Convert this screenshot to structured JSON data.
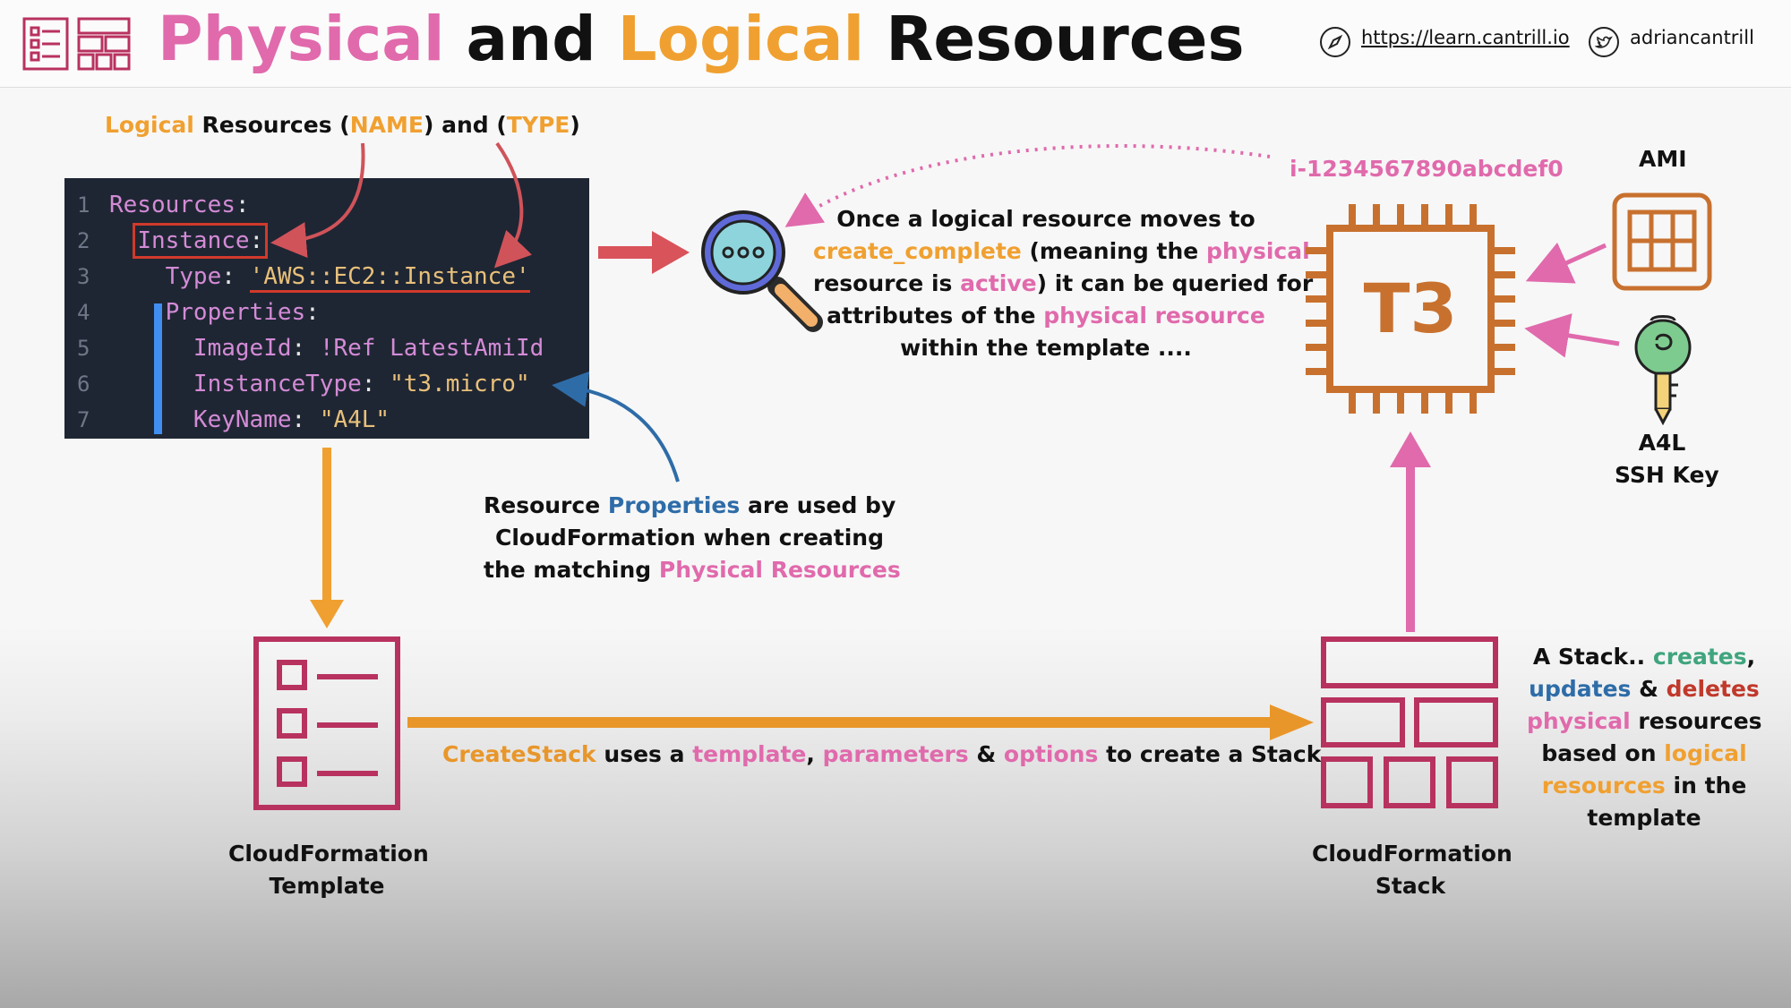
{
  "header": {
    "title_part1": "Physical",
    "title_part2": " and ",
    "title_part3": "Logical",
    "title_part4": " Resources",
    "link_text": "https://learn.cantrill.io",
    "twitter_handle": "adriancantrill",
    "icons": [
      "template-icon",
      "stack-icon",
      "compass-icon",
      "twitter-icon"
    ]
  },
  "logical_label": {
    "w1": "Logical",
    "w2": " Resources (",
    "w3": "NAME",
    "w4": ") and (",
    "w5": "TYPE",
    "w6": ")"
  },
  "code": {
    "line_numbers": [
      "1",
      "2",
      "3",
      "4",
      "5",
      "6",
      "7"
    ],
    "l1_key": "Resources",
    "l2_key": "Instance",
    "l3_key": "Type",
    "l3_val": "'AWS::EC2::Instance'",
    "l4_key": "Properties",
    "l5_key": "ImageId",
    "l5_val": "!Ref LatestAmiId",
    "l6_key": "InstanceType",
    "l6_val": "\"t3.micro\"",
    "l7_key": "KeyName",
    "l7_val": "\"A4L\""
  },
  "query_text": {
    "l1": "Once a logical resource moves to",
    "l2a": "create_complete",
    "l2b": " (meaning the ",
    "l2c": "physical",
    "l3a": "resource is ",
    "l3b": "active",
    "l3c": ") it can be queried for",
    "l4a": "attributes of the ",
    "l4b": "physical resource",
    "l5": "within the template ...."
  },
  "instance_id": "i-1234567890abcdef0",
  "chip_label": "T3",
  "ami_label": "AMI",
  "key_label_1": "A4L",
  "key_label_2": "SSH Key",
  "properties_text": {
    "l1a": "Resource ",
    "l1b": "Properties",
    "l1c": " are used by",
    "l2": "CloudFormation when creating",
    "l3a": "the matching ",
    "l3b": "Physical Resources"
  },
  "createstack_text": {
    "w1": "CreateStack",
    "w2": " uses a ",
    "w3": "template",
    "w4": ", ",
    "w5": "parameters",
    "w6": " & ",
    "w7": "options",
    "w8": " to create a Stack"
  },
  "template_label_1": "CloudFormation",
  "template_label_2": "Template",
  "stack_label_1": "CloudFormation",
  "stack_label_2": "Stack",
  "stack_desc": {
    "l1a": "A Stack.. ",
    "l1b": "creates",
    "l1c": ",",
    "l2a": "updates",
    "l2b": " & ",
    "l2c": "deletes",
    "l3a": "physical",
    "l3b": " resources",
    "l4a": "based on ",
    "l4b": "logical",
    "l5a": "resources",
    "l5b": " in the",
    "l6": "template"
  },
  "colors": {
    "pink": "#e06aac",
    "orange": "#f0a030",
    "blue": "#2e6ca8",
    "green": "#3fa57e",
    "red": "#c0392b",
    "template_magenta": "#b8325f",
    "chip_orange": "#c8712f"
  }
}
